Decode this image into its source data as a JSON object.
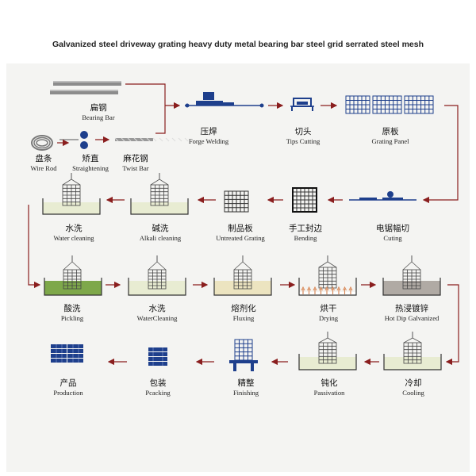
{
  "title": "Galvanized steel driveway grating heavy duty metal bearing bar steel grid serrated steel mesh",
  "colors": {
    "navy": "#1e3f8c",
    "arrow": "#8a1e1e",
    "line": "#555555",
    "tank_clear": "#e8ecd2",
    "tank_green": "#7ea84a",
    "tank_flux": "#ece4c0",
    "tank_dip": "#b0aaa4",
    "flame": "#d98a5a"
  },
  "steps": {
    "bearing_bar": {
      "zh": "扁钢",
      "en": "Bearing Bar"
    },
    "wire_rod": {
      "zh": "盘条",
      "en": "Wire Rod"
    },
    "straightening": {
      "zh": "矫直",
      "en": "Straightening"
    },
    "twist_bar": {
      "zh": "麻花钢",
      "en": "Twist Bar"
    },
    "forge_welding": {
      "zh": "压焊",
      "en": "Forge Welding"
    },
    "tips_cutting": {
      "zh": "切头",
      "en": "Tips Cutting"
    },
    "grating_panel": {
      "zh": "原板",
      "en": "Grating Panel"
    },
    "cutting": {
      "zh": "电锯幅切",
      "en": "Cuting"
    },
    "bending": {
      "zh": "手工封边",
      "en": "Bending"
    },
    "untreated_grating": {
      "zh": "制品板",
      "en": "Untreated Grating"
    },
    "alkali_cleaning": {
      "zh": "碱洗",
      "en": "Alkali cleaning"
    },
    "water_cleaning": {
      "zh": "水洗",
      "en": "Water cleaning"
    },
    "pickling": {
      "zh": "酸洗",
      "en": "Pickling"
    },
    "water_cleaning_2": {
      "zh": "水洗",
      "en": "WaterCleaning"
    },
    "fluxing": {
      "zh": "熔剂化",
      "en": "Fluxing"
    },
    "drying": {
      "zh": "烘干",
      "en": "Drying"
    },
    "hot_dip": {
      "zh": "热浸镀锌",
      "en": "Hot Dip Galvanized"
    },
    "cooling": {
      "zh": "冷却",
      "en": "Cooling"
    },
    "passivation": {
      "zh": "钝化",
      "en": "Passivation"
    },
    "finishing": {
      "zh": "精整",
      "en": "Finishing"
    },
    "packing": {
      "zh": "包装",
      "en": "Pcacking"
    },
    "production": {
      "zh": "产品",
      "en": "Production"
    }
  }
}
